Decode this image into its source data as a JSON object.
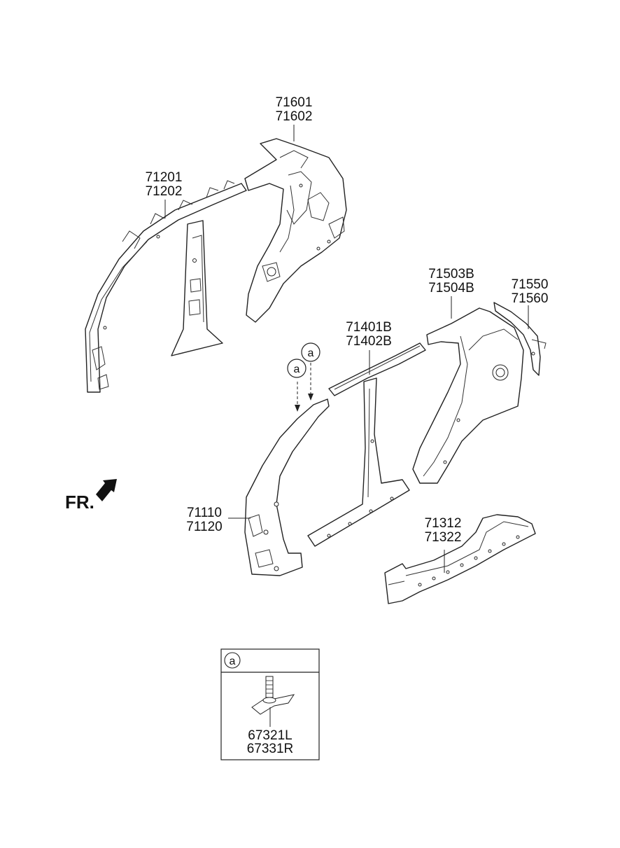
{
  "diagram": {
    "orientation_label": "FR.",
    "callout_letter": "a",
    "parts": [
      {
        "id": "quarter-inner",
        "numbers": [
          "71601",
          "71602"
        ]
      },
      {
        "id": "roof-rail-inner",
        "numbers": [
          "71201",
          "71202"
        ]
      },
      {
        "id": "quarter-outer",
        "numbers": [
          "71503B",
          "71504B"
        ]
      },
      {
        "id": "tail-extension",
        "numbers": [
          "71550",
          "71560"
        ]
      },
      {
        "id": "roof-rail-outer",
        "numbers": [
          "71401B",
          "71402B"
        ]
      },
      {
        "id": "side-outer-front",
        "numbers": [
          "71110",
          "71120"
        ]
      },
      {
        "id": "side-sill",
        "numbers": [
          "71312",
          "71322"
        ]
      }
    ],
    "detail_box": {
      "label": "a",
      "numbers": [
        "67321L",
        "67331R"
      ]
    }
  }
}
